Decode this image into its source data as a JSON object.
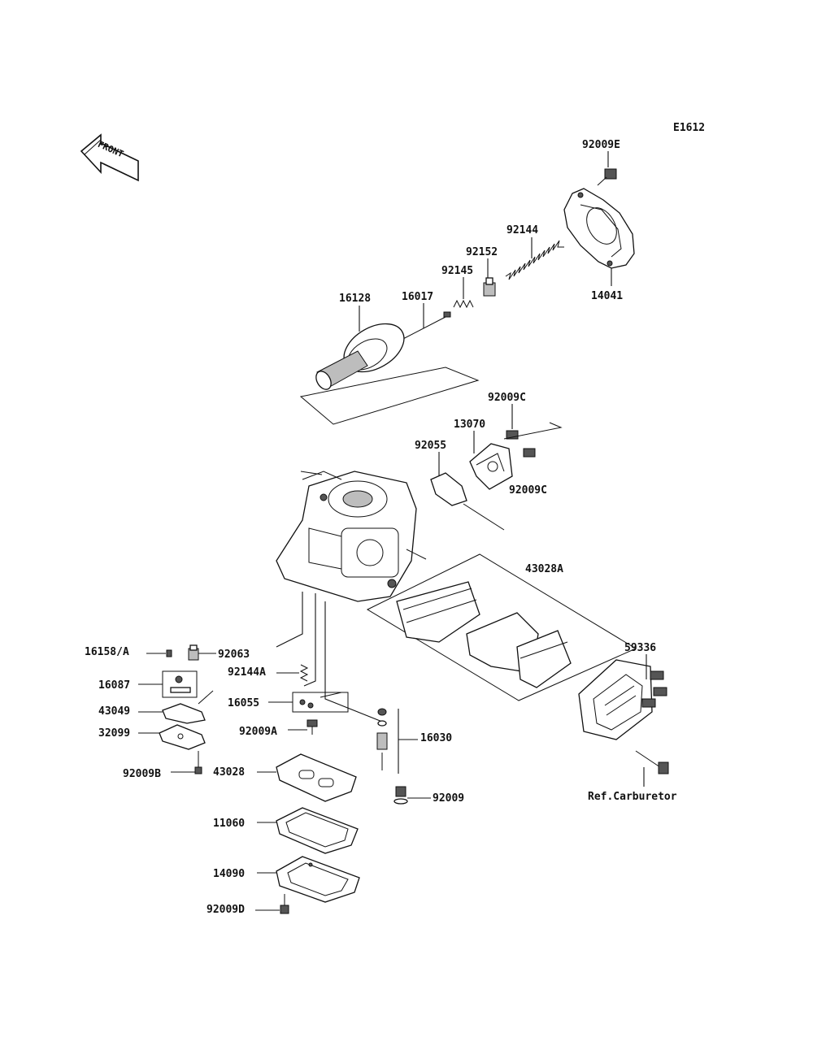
{
  "diagram_code": "E1612",
  "front_arrow_text": "FRONT",
  "reference_note": "Ref.Carburetor",
  "part_labels": {
    "p92009E": "92009E",
    "p92144": "92144",
    "p92152": "92152",
    "p92145": "92145",
    "p16017": "16017",
    "p16128": "16128",
    "p14041": "14041",
    "p92009C_top": "92009C",
    "p13070": "13070",
    "p92055": "92055",
    "p92009C_bottom": "92009C",
    "p43028A": "43028A",
    "p59336": "59336",
    "p16158A": "16158/A",
    "p92063": "92063",
    "p92144A": "92144A",
    "p16087": "16087",
    "p16055": "16055",
    "p43049": "43049",
    "p92009A": "92009A",
    "p32099": "32099",
    "p16030": "16030",
    "p92009B": "92009B",
    "p43028": "43028",
    "p92009": "92009",
    "p11060": "11060",
    "p14090": "14090",
    "p92009D": "92009D"
  }
}
